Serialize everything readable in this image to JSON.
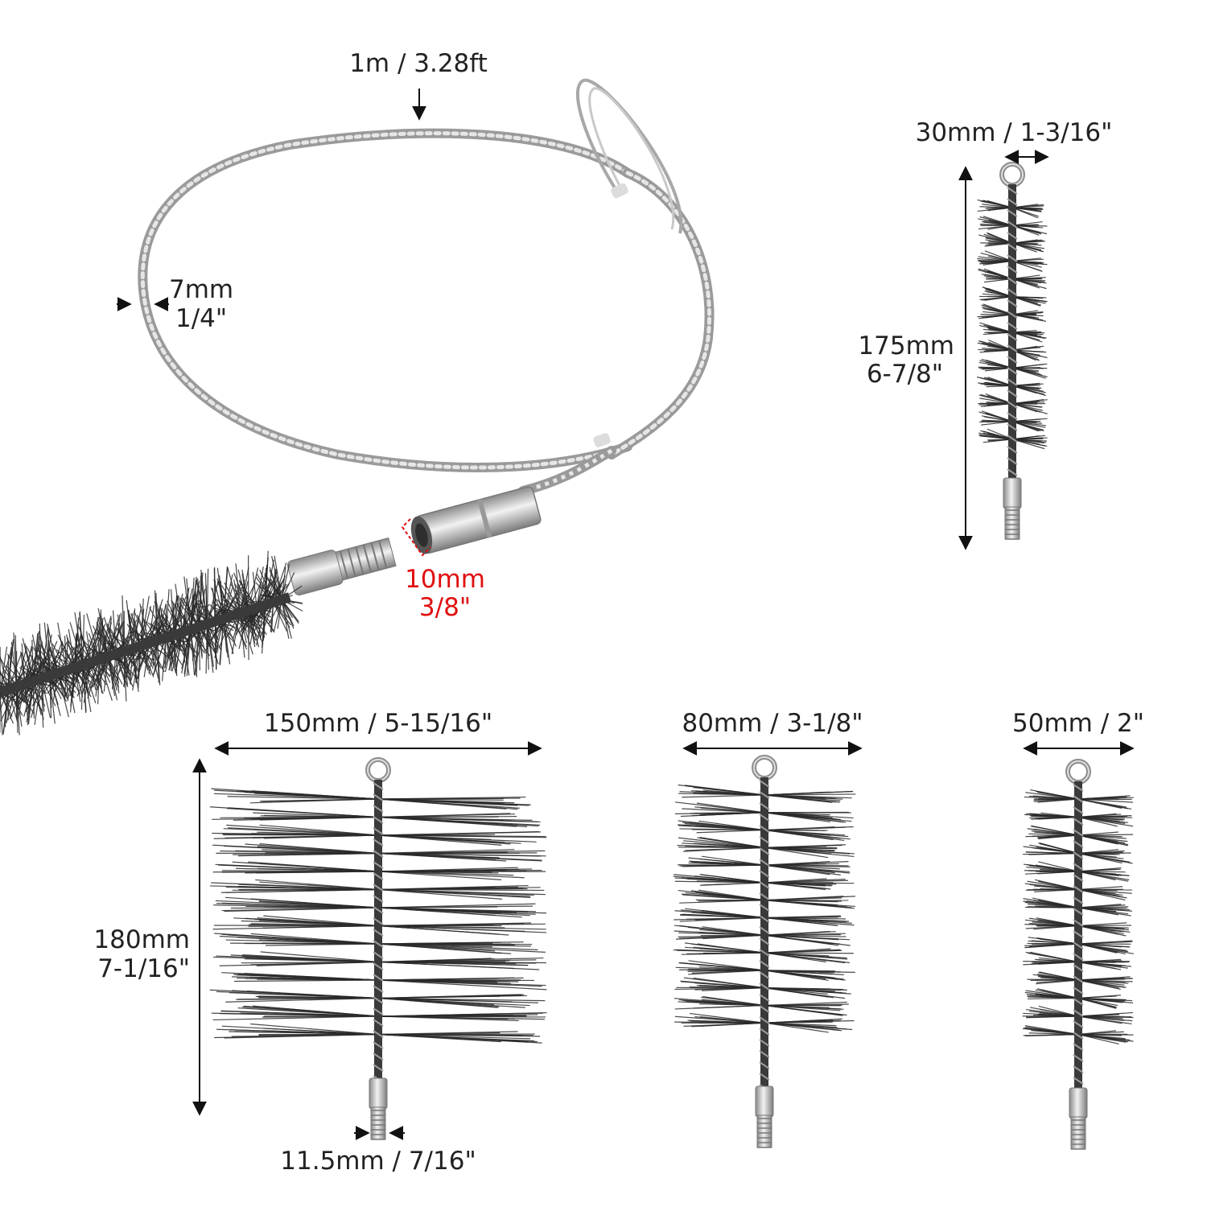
{
  "colors": {
    "background": "#ffffff",
    "text": "#222222",
    "highlight": "#e01010",
    "steel": "#b8b8b8",
    "steel_dark": "#7a7a7a",
    "bristle": "#2a2a2a"
  },
  "rod": {
    "length_label": "1m / 3.28ft",
    "diameter_mm": "7mm",
    "diameter_in": "1/4\"",
    "thread_mm": "10mm",
    "thread_in": "3/8\""
  },
  "brush_30": {
    "width_label": "30mm / 1-3/16\"",
    "height_mm": "175mm",
    "height_in": "6-7/8\""
  },
  "brush_150": {
    "width_label": "150mm / 5-15/16\"",
    "height_mm": "180mm",
    "height_in": "7-1/16\"",
    "thread_label": "11.5mm / 7/16\""
  },
  "brush_80": {
    "width_label": "80mm / 3-1/8\""
  },
  "brush_50": {
    "width_label": "50mm / 2\""
  }
}
